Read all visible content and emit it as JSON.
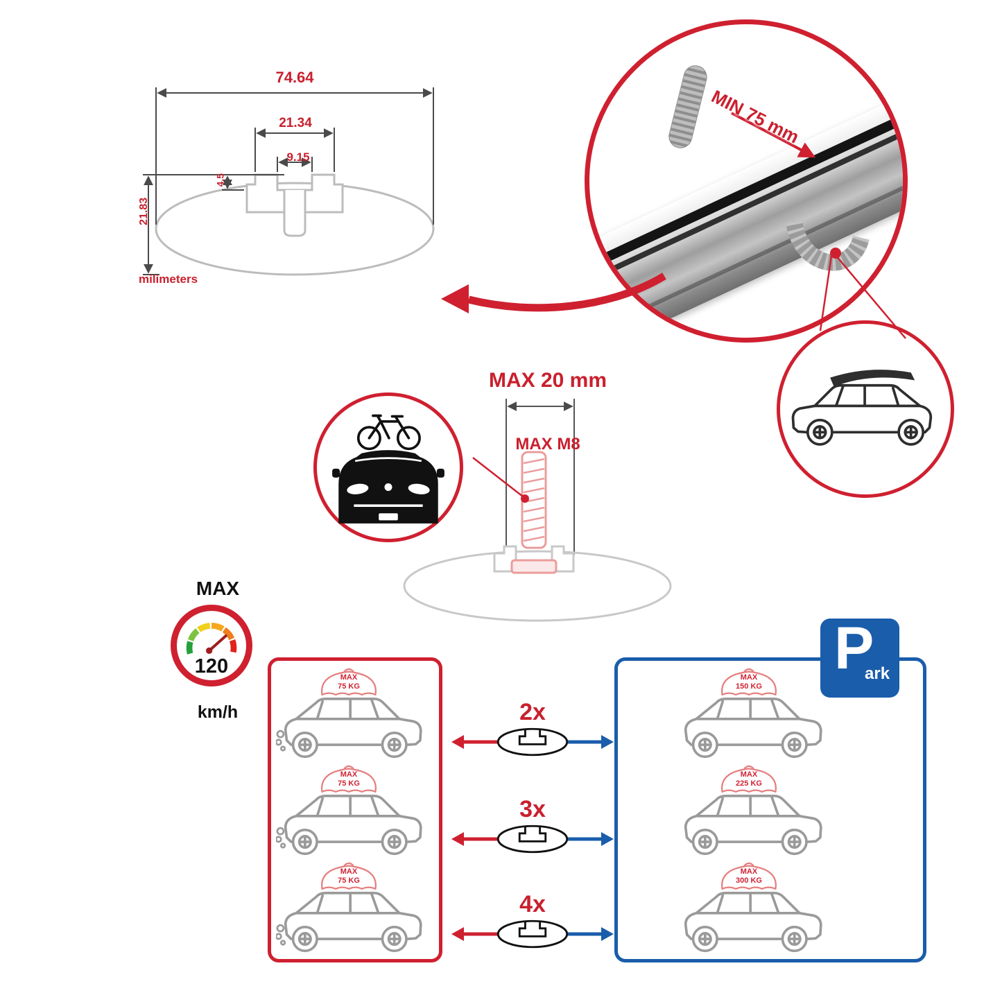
{
  "colors": {
    "red": "#cf2030",
    "blue": "#1a5dab",
    "gray": "#9a9a9a"
  },
  "dimension_diagram": {
    "total_width": "74.64",
    "channel_width": "21.34",
    "slot_width": "9.15",
    "lip_height": "4.5",
    "total_height": "21.83",
    "unit_label": "milimeters"
  },
  "bar_closeup": {
    "min_clamp_label": "MIN 75 mm"
  },
  "bolt_diagram": {
    "max_length_label": "MAX 20 mm",
    "max_thread_label": "MAX M8"
  },
  "speed_gauge": {
    "title": "MAX",
    "value": "120",
    "unit": "km/h"
  },
  "capacity_left": {
    "cars": [
      {
        "label": "MAX",
        "weight": "75 KG"
      },
      {
        "label": "MAX",
        "weight": "75 KG"
      },
      {
        "label": "MAX",
        "weight": "75 KG"
      }
    ]
  },
  "capacity_right": {
    "cars": [
      {
        "label": "MAX",
        "weight": "150 KG"
      },
      {
        "label": "MAX",
        "weight": "225 KG"
      },
      {
        "label": "MAX",
        "weight": "300 KG"
      }
    ]
  },
  "multipliers": [
    {
      "label": "2x"
    },
    {
      "label": "3x"
    },
    {
      "label": "4x"
    }
  ],
  "park_sign": {
    "letter": "P",
    "suffix": "ark"
  }
}
